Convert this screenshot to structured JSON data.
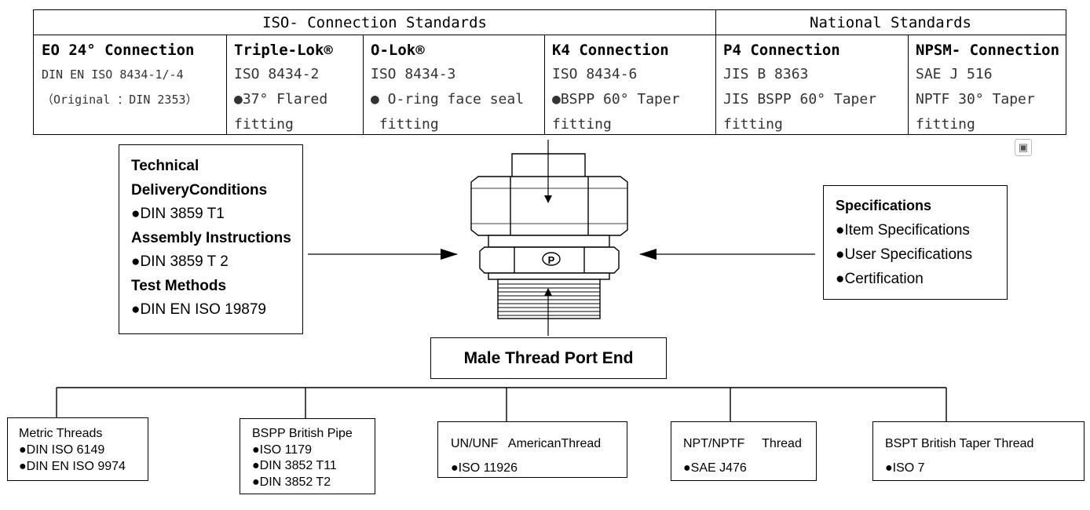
{
  "table": {
    "group_iso": "ISO- Connection Standards",
    "group_national": "National Standards",
    "columns": [
      {
        "title": "EO 24°  Connection",
        "lines": [
          "DIN EN ISO 8434-1/-4",
          "（Original ：DIN 2353）"
        ]
      },
      {
        "title": "Triple-Lok®",
        "lines": [
          "ISO 8434-2",
          "●37°  Flared",
          "fitting"
        ]
      },
      {
        "title": "O-Lok®",
        "lines": [
          "ISO 8434-3",
          "● O-ring face seal",
          " fitting"
        ]
      },
      {
        "title": "K4 Connection",
        "lines": [
          "ISO 8434-6",
          "●BSPP 60°  Taper",
          "fitting"
        ]
      },
      {
        "title": "P4 Connection",
        "lines": [
          "JIS B 8363",
          "JIS BSPP 60°  Taper",
          "fitting"
        ]
      },
      {
        "title": "NPSM- Connection",
        "lines": [
          "SAE J 516",
          "NPTF 30°  Taper",
          "fitting"
        ]
      }
    ]
  },
  "tech_box": {
    "title_1": "Technical",
    "title_2": "DeliveryConditions",
    "item_1": "●DIN 3859 T1",
    "heading_2": "Assembly Instructions",
    "item_2": "●DIN 3859 T 2",
    "heading_3": "Test Methods",
    "item_3": "●DIN EN ISO 19879"
  },
  "spec_box": {
    "title": "Specifications",
    "items": [
      "●Item Specifications",
      "●User Specifications",
      "●Certification"
    ]
  },
  "male_box": {
    "label": "Male Thread Port End"
  },
  "fitting": {
    "mark": "P"
  },
  "threads": {
    "metric": {
      "title": "Metric Threads",
      "items": [
        "●DIN ISO 6149",
        "●DIN EN ISO 9974"
      ]
    },
    "bspp": {
      "title": "BSPP British Pipe",
      "items": [
        "●ISO 1179",
        "●DIN 3852 T11",
        "●DIN 3852 T2"
      ]
    },
    "un": {
      "title": "UN/UNF   AmericanThread",
      "items": [
        "●ISO 11926"
      ]
    },
    "npt": {
      "title": "NPT/NPTF     Thread",
      "items": [
        "●SAE J476"
      ]
    },
    "bspt": {
      "title": "BSPT British Taper Thread",
      "items": [
        "●ISO 7"
      ]
    }
  },
  "icons": {
    "corner": "expand-icon"
  }
}
